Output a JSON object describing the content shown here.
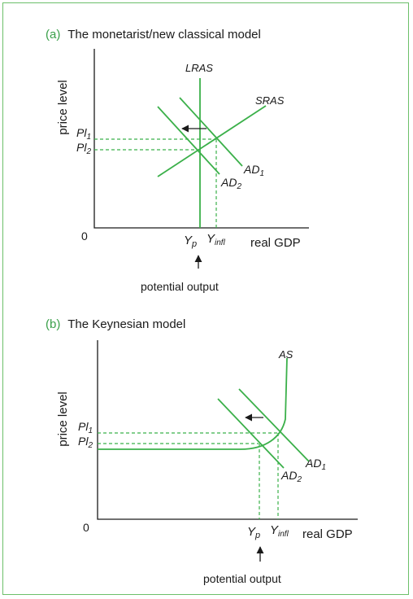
{
  "panel_a": {
    "tag": "(a)",
    "title": "The monetarist/new classical model",
    "y_axis_label": "price level",
    "origin": "0",
    "x_axis_label": "real GDP",
    "curves": {
      "lras": "LRAS",
      "sras": "SRAS",
      "ad1": "AD",
      "ad1_sub": "1",
      "ad2": "AD",
      "ad2_sub": "2"
    },
    "price_levels": {
      "pl1": "Pl",
      "pl1_sub": "1",
      "pl2": "Pl",
      "pl2_sub": "2"
    },
    "outputs": {
      "yp": "Y",
      "yp_sub": "p",
      "yinfl": "Y",
      "yinfl_sub": "infl"
    },
    "pointer_label": "potential output"
  },
  "panel_b": {
    "tag": "(b)",
    "title": "The Keynesian model",
    "y_axis_label": "price level",
    "origin": "0",
    "x_axis_label": "real GDP",
    "curves": {
      "as": "AS",
      "ad1": "AD",
      "ad1_sub": "1",
      "ad2": "AD",
      "ad2_sub": "2"
    },
    "price_levels": {
      "pl1": "Pl",
      "pl1_sub": "1",
      "pl2": "Pl",
      "pl2_sub": "2"
    },
    "outputs": {
      "yp": "Y",
      "yp_sub": "p",
      "yinfl": "Y",
      "yinfl_sub": "infl"
    },
    "pointer_label": "potential output"
  },
  "colors": {
    "curve": "#3bb04a",
    "tag": "#3aa04a",
    "border": "#6cbf6a",
    "text": "#1a1a1a"
  }
}
